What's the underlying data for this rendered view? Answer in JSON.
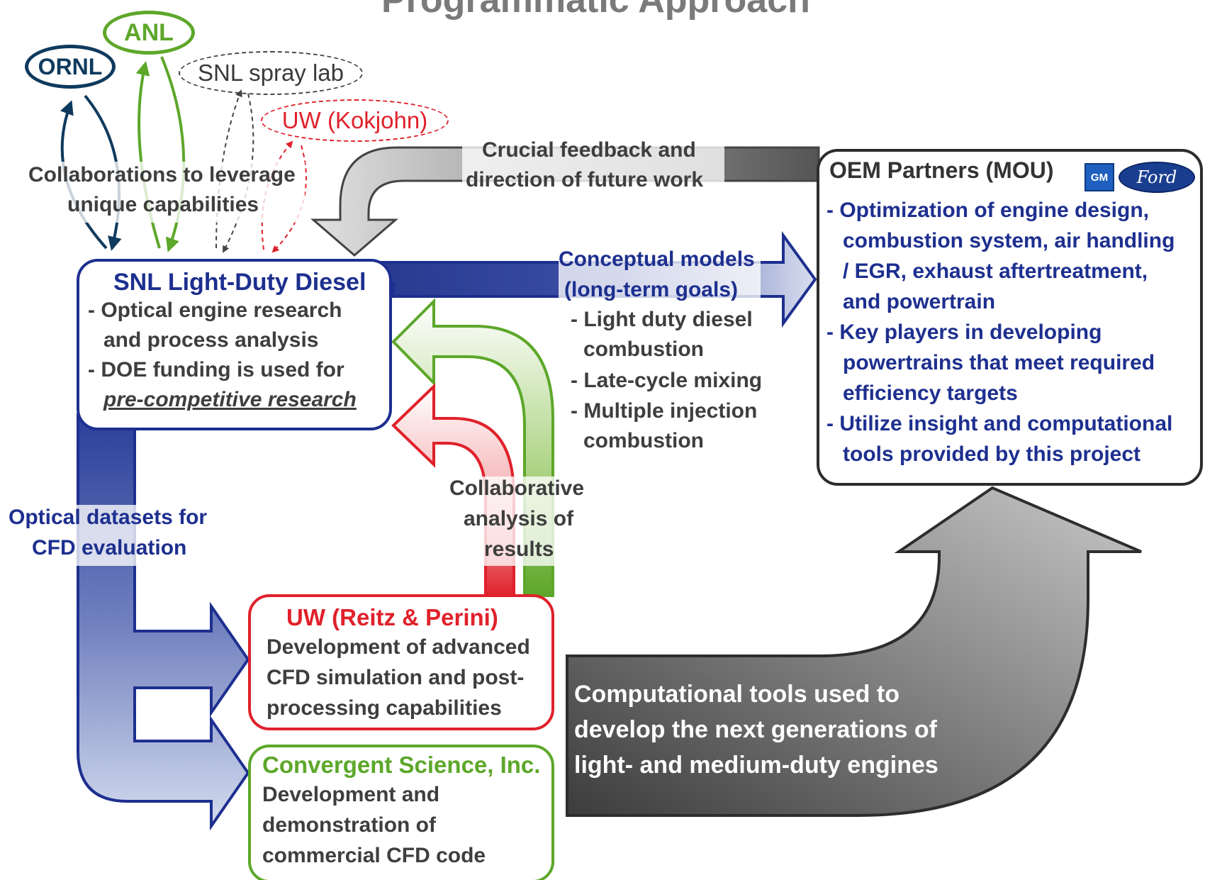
{
  "title": "Programmatic Approach",
  "collaborators": {
    "ornl": "ORNL",
    "anl": "ANL",
    "snl_spray": "SNL spray lab",
    "uw_kokjohn": "UW (Kokjohn)"
  },
  "labels": {
    "collab_line1": "Collaborations to leverage",
    "collab_line2": "unique capabilities",
    "feedback_line1": "Crucial feedback and",
    "feedback_line2": "direction of future work",
    "conceptual_line1": "Conceptual models",
    "conceptual_line2": "(long-term goals)",
    "conceptual_items": [
      "- Light duty diesel",
      "combustion",
      "- Late-cycle mixing",
      "- Multiple injection",
      "combustion"
    ],
    "optical_line1": "Optical datasets for",
    "optical_line2": "CFD evaluation",
    "collab_analysis": [
      "Collaborative",
      "analysis of",
      "results"
    ],
    "computational": [
      "Computational tools used to",
      "develop the next generations of",
      "light- and medium-duty engines"
    ]
  },
  "snl_box": {
    "title": "SNL Light-Duty Diesel",
    "lines": [
      "- Optical engine research",
      "and process analysis",
      "- DOE funding is used for",
      "pre-competitive research"
    ]
  },
  "uw_box": {
    "title": "UW (Reitz & Perini)",
    "lines": [
      "Development of advanced",
      "CFD simulation and post-",
      "processing capabilities"
    ]
  },
  "csi_box": {
    "title": "Convergent Science, Inc.",
    "lines": [
      "Development and",
      "demonstration of",
      "commercial CFD code"
    ]
  },
  "oem_box": {
    "title": "OEM Partners (MOU)",
    "gm_logo": "GM",
    "ford_logo": "Ford",
    "lines": [
      "- Optimization of engine design,",
      "combustion system, air handling",
      "/ EGR, exhaust aftertreatment,",
      "and powertrain",
      "- Key players in developing",
      "powertrains that meet required",
      "efficiency targets",
      "- Utilize insight and computational",
      "tools provided by this project"
    ]
  },
  "colors": {
    "navy": "#1d2f8f",
    "green": "#5da72a",
    "red": "#e0212b",
    "dark_gray": "#3e3e3e",
    "ornl": "#0f3a5e"
  }
}
